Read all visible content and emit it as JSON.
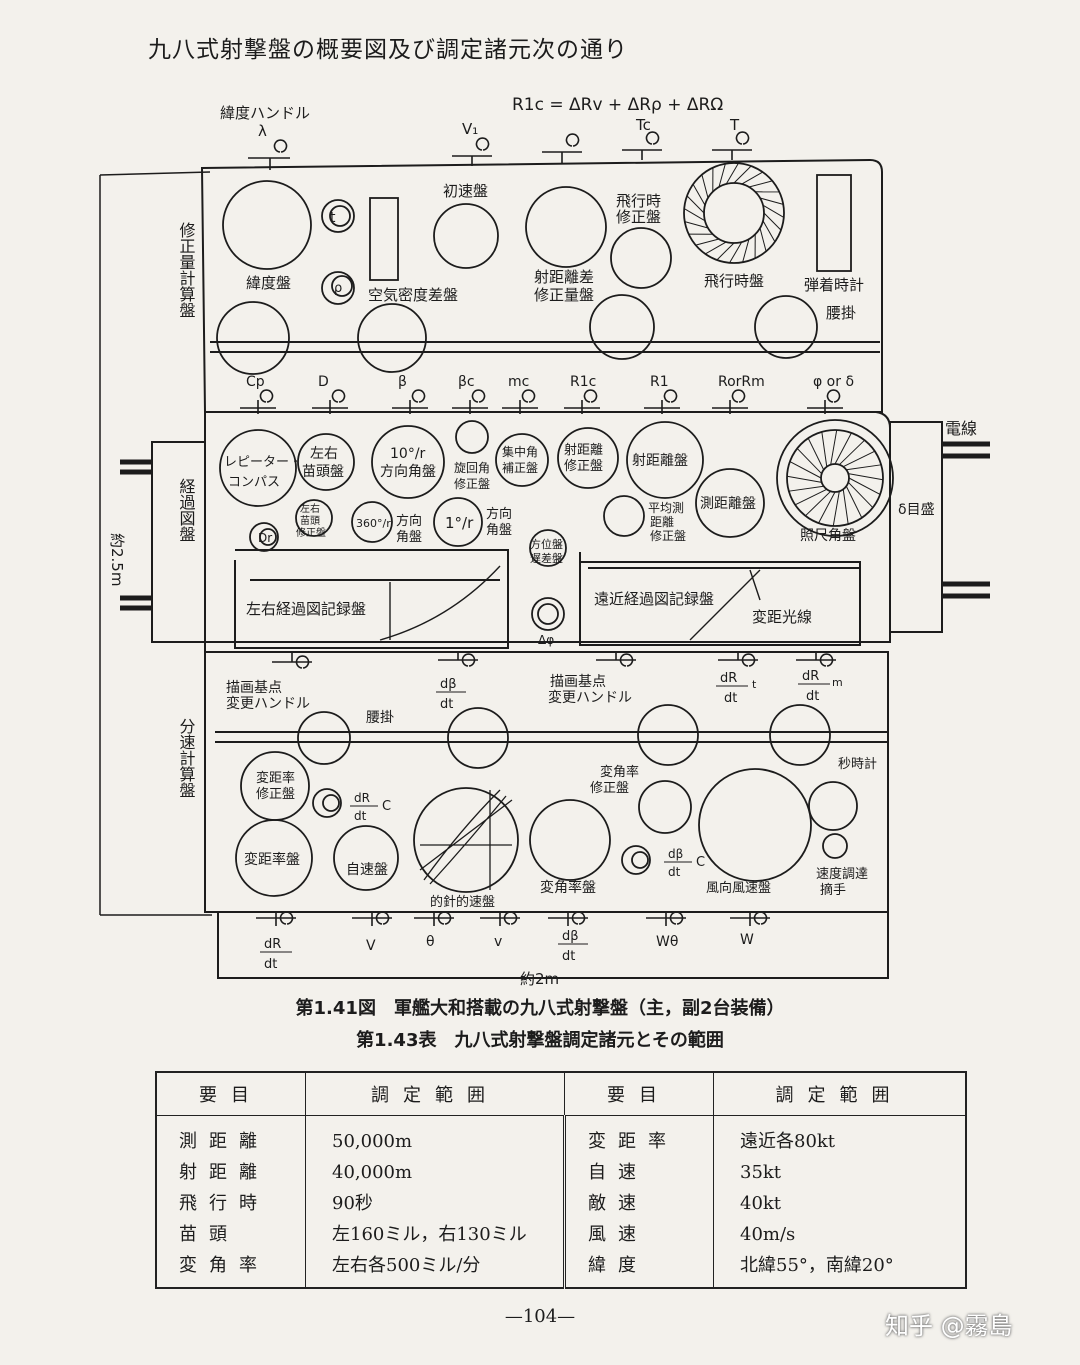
{
  "heading": "九八式射撃盤の概要図及び調定諸元次の通り",
  "formula": "R1c = ΔRv + ΔRρ + ΔRΩ",
  "top_handles": [
    "λ",
    "V₁",
    "Tc",
    "T"
  ],
  "latitude_handle": "緯度ハンドル",
  "section_labels": [
    "修正量計算盤",
    "経過図盤",
    "分速計算盤"
  ],
  "upper_dials": {
    "latitude": "緯度盤",
    "t": "t",
    "rho": "ρ",
    "air_density": "空気密度差盤",
    "initial_speed": "初速盤",
    "range_diff": [
      "射距離差",
      "修正量盤"
    ],
    "flight_time_corr": [
      "飛行時",
      "修正盤"
    ],
    "flight_time": "飛行時盤",
    "impact_clock": "弾着時計",
    "koshikake": "腰掛"
  },
  "middle_handles": [
    "Cp",
    "D",
    "β",
    "βc",
    "mc",
    "R1c",
    "R1",
    "RorRm",
    "φ or δ"
  ],
  "middle_dials": {
    "repeater": [
      "レピーター・",
      "コンパス"
    ],
    "bow_angle": [
      "左右",
      "苗頭盤"
    ],
    "dir_angle_10": [
      "10°/r",
      "方向角盤"
    ],
    "turn_corr": [
      "旋回角",
      "修正盤"
    ],
    "conc_corr": [
      "集中角",
      "補正盤"
    ],
    "range_corr": [
      "射距離",
      "修正盤"
    ],
    "range": "射距離盤",
    "measured": "測距離盤",
    "avg_corr": [
      "平均測",
      "距離",
      "修正盤"
    ],
    "sight": "照尺角盤",
    "delta_scale": "δ目盛",
    "dr": "Dr",
    "bow_corr": [
      "左右",
      "苗頭",
      "修正盤"
    ],
    "dir_360": "360°/r",
    "dir_angle": [
      "方向",
      "角盤"
    ],
    "one_r": "1°/r",
    "dir_angle2": [
      "方向",
      "角盤"
    ],
    "bearing_lag": [
      "方位盤",
      "遅差盤"
    ],
    "delta_phi": "Δφ",
    "lr_record": "左右経過図記録盤",
    "fn_record": "遠近経過図記録盤",
    "range_line": "変距光線",
    "wire": "電線",
    "size_v": "約2.5m"
  },
  "lower_handles": {
    "base1": [
      "描画基点",
      "変更ハンドル"
    ],
    "dbeta": [
      "dβ",
      "dt"
    ],
    "base2": [
      "描画基点",
      "変更ハンドル"
    ],
    "drdt_t": [
      "dR",
      "dt",
      "t"
    ],
    "drdt_m": [
      "dR",
      "dt",
      "m"
    ],
    "koshikake": "腰掛"
  },
  "lower_dials": {
    "rr_corr": [
      "変距率",
      "修正盤"
    ],
    "drdtc": [
      "dR",
      "dt",
      "C"
    ],
    "rr": "変距率盤",
    "own_speed": "自速盤",
    "target_speed": "的針的速盤",
    "ar": "変角率盤",
    "ar_corr": [
      "変角率",
      "修正盤"
    ],
    "dbdtc": [
      "dβ",
      "dt",
      "C"
    ],
    "wind": "風向風速盤",
    "second_clock": "秒時計",
    "speed_knob": [
      "速度調達",
      "摘手"
    ]
  },
  "bottom_handles": [
    [
      "dR",
      "dt"
    ],
    "V",
    "θ",
    "v",
    [
      "dβ",
      "dt"
    ],
    "Wθ",
    "W"
  ],
  "size_h": "約2m",
  "caption1": "第1.41図　軍艦大和搭載の九八式射撃盤（主，副2台装備）",
  "caption2": "第1.43表　九八式射撃盤調定諸元とその範囲",
  "table": {
    "h_item": "要目",
    "h_range": "調定範囲",
    "left_items": [
      "測距離",
      "射距離",
      "飛行時",
      "苗頭",
      "変角率"
    ],
    "left_values": [
      "50,000m",
      "40,000m",
      "90秒",
      "左160ミル，右130ミル",
      "左右各500ミル/分"
    ],
    "right_items": [
      "変距率",
      "自速",
      "敵速",
      "風速",
      "緯度"
    ],
    "right_values": [
      "遠近各80kt",
      "35kt",
      "40kt",
      "40m/s",
      "北緯55°，南緯20°"
    ]
  },
  "page_number": "—104—",
  "watermark": "知乎 @霧島"
}
